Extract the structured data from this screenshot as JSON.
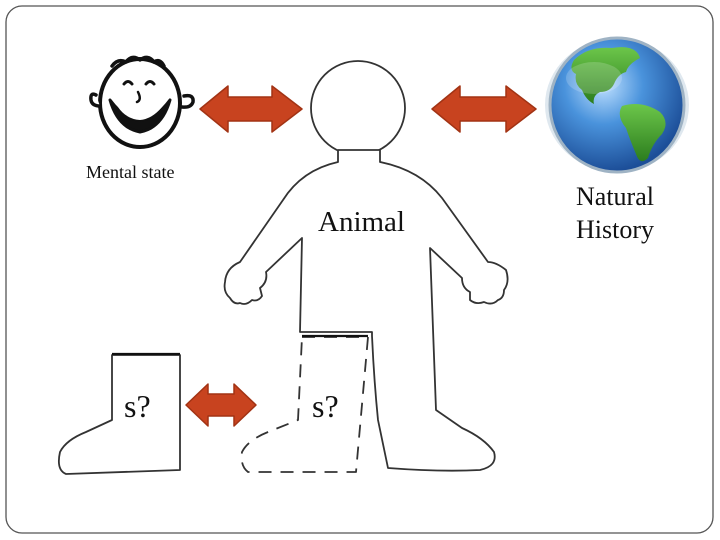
{
  "labels": {
    "mental_state": "Mental state",
    "animal": "Animal",
    "natural_history_line1": "Natural",
    "natural_history_line2": "History",
    "s_left": "s?",
    "s_right": "s?"
  },
  "icons": {
    "face": "smiley-face-icon",
    "globe": "earth-globe-icon",
    "arrows": "double-headed-arrow-icon"
  },
  "colors": {
    "arrow_fill": "#c8431f",
    "arrow_stroke": "#a23314",
    "ocean": "#2f78c9",
    "land": "#3a9a2a",
    "outline": "#333333"
  }
}
